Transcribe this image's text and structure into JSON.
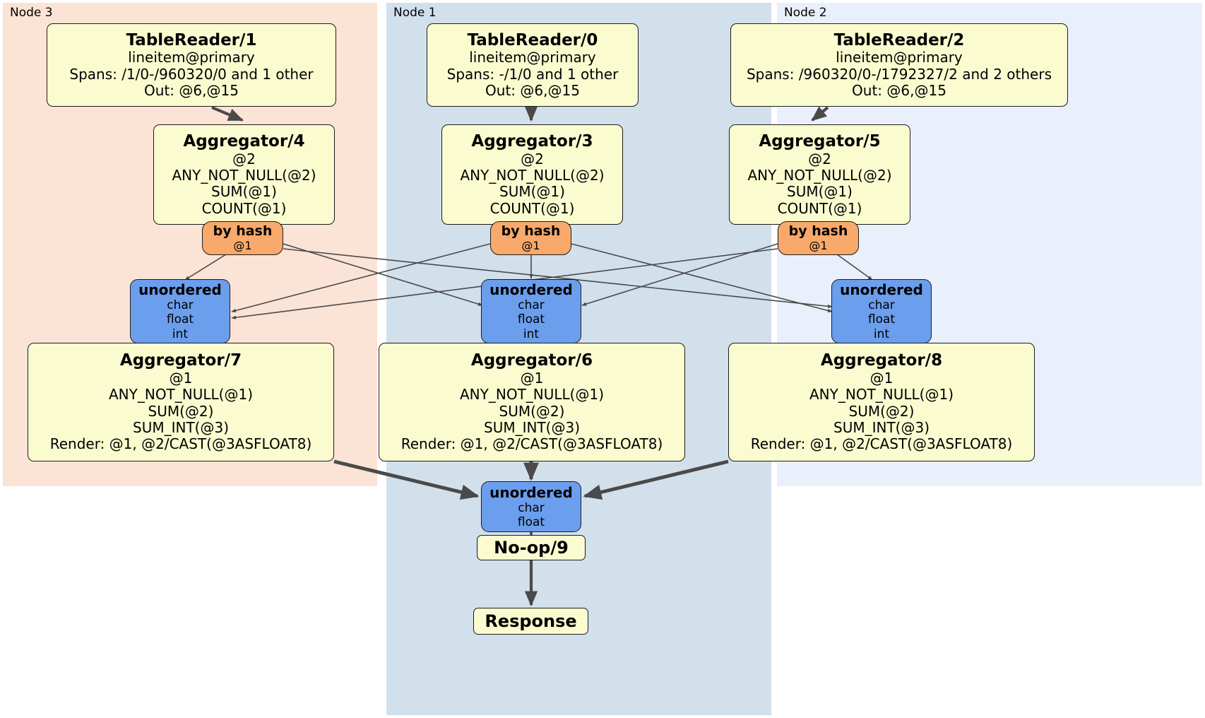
{
  "diagram": {
    "type": "distributed-query-plan",
    "colors": {
      "node3_region": "#fbe3d6",
      "node1_region": "#d2e0ec",
      "node2_region": "#eaf0fb",
      "processor_box": "#fbfbd0",
      "hash_router": "#f8a96b",
      "unordered_synchronizer": "#6b9eec",
      "edge": "#4a4a4a",
      "border": "#1c1c1c"
    }
  },
  "regions": {
    "node3": {
      "label": "Node 3"
    },
    "node1": {
      "label": "Node 1"
    },
    "node2": {
      "label": "Node 2"
    }
  },
  "processors": {
    "table_reader_1": {
      "title": "TableReader/1",
      "lines": [
        "lineitem@primary",
        "Spans: /1/0-/960320/0 and 1 other",
        "Out: @6,@15"
      ]
    },
    "table_reader_0": {
      "title": "TableReader/0",
      "lines": [
        "lineitem@primary",
        "Spans: -/1/0 and 1 other",
        "Out: @6,@15"
      ]
    },
    "table_reader_2": {
      "title": "TableReader/2",
      "lines": [
        "lineitem@primary",
        "Spans: /960320/0-/1792327/2 and 2 others",
        "Out: @6,@15"
      ]
    },
    "aggregator_4": {
      "title": "Aggregator/4",
      "lines": [
        "@2",
        "ANY_NOT_NULL(@2)",
        "SUM(@1)",
        "COUNT(@1)"
      ]
    },
    "aggregator_3": {
      "title": "Aggregator/3",
      "lines": [
        "@2",
        "ANY_NOT_NULL(@2)",
        "SUM(@1)",
        "COUNT(@1)"
      ]
    },
    "aggregator_5": {
      "title": "Aggregator/5",
      "lines": [
        "@2",
        "ANY_NOT_NULL(@2)",
        "SUM(@1)",
        "COUNT(@1)"
      ]
    },
    "aggregator_7": {
      "title": "Aggregator/7",
      "lines": [
        "@1",
        "ANY_NOT_NULL(@1)",
        "SUM(@2)",
        "SUM_INT(@3)",
        "Render: @1, @2/CAST(@3ASFLOAT8)"
      ]
    },
    "aggregator_6": {
      "title": "Aggregator/6",
      "lines": [
        "@1",
        "ANY_NOT_NULL(@1)",
        "SUM(@2)",
        "SUM_INT(@3)",
        "Render: @1, @2/CAST(@3ASFLOAT8)"
      ]
    },
    "aggregator_8": {
      "title": "Aggregator/8",
      "lines": [
        "@1",
        "ANY_NOT_NULL(@1)",
        "SUM(@2)",
        "SUM_INT(@3)",
        "Render: @1, @2/CAST(@3ASFLOAT8)"
      ]
    },
    "noop_9": {
      "title": "No-op/9"
    },
    "response": {
      "title": "Response"
    }
  },
  "routers": {
    "hash_node3": {
      "title": "by hash",
      "lines": [
        "@1"
      ]
    },
    "hash_node1": {
      "title": "by hash",
      "lines": [
        "@1"
      ]
    },
    "hash_node2": {
      "title": "by hash",
      "lines": [
        "@1"
      ]
    }
  },
  "synchronizers": {
    "unordered_node3": {
      "title": "unordered",
      "lines": [
        "char",
        "float",
        "int"
      ]
    },
    "unordered_node1": {
      "title": "unordered",
      "lines": [
        "char",
        "float",
        "int"
      ]
    },
    "unordered_node2": {
      "title": "unordered",
      "lines": [
        "char",
        "float",
        "int"
      ]
    },
    "unordered_final": {
      "title": "unordered",
      "lines": [
        "char",
        "float"
      ]
    }
  }
}
